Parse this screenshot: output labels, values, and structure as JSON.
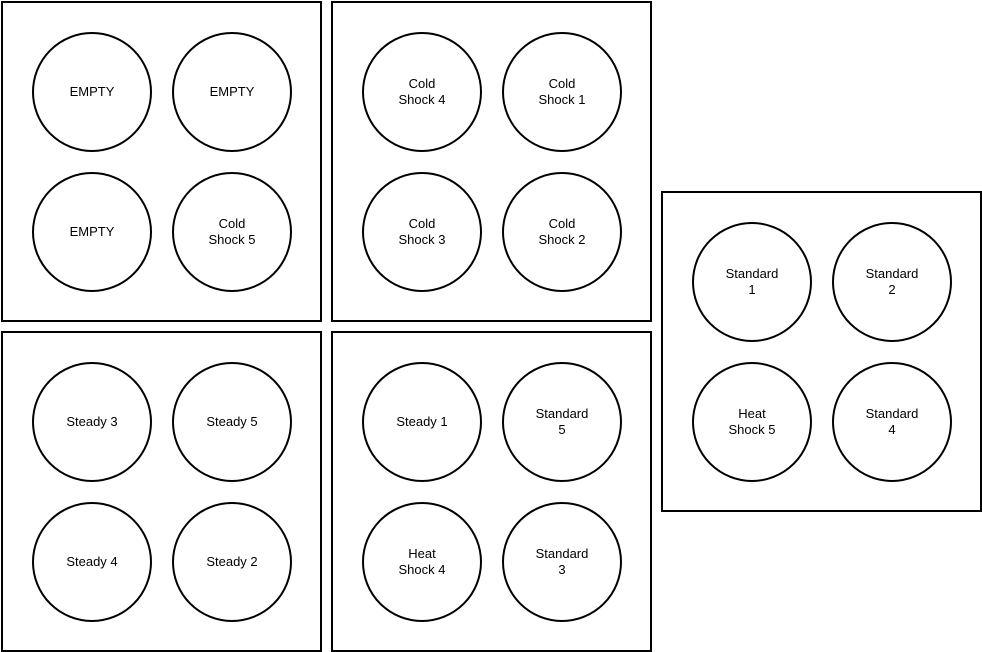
{
  "diagram": {
    "plates": [
      {
        "wells": [
          "EMPTY",
          "EMPTY",
          "EMPTY",
          "Cold\nShock 5"
        ]
      },
      {
        "wells": [
          "Cold\nShock 4",
          "Cold\nShock 1",
          "Cold\nShock 3",
          "Cold\nShock 2"
        ]
      },
      {
        "wells": [
          "Standard\n1",
          "Standard\n2",
          "Heat\nShock 5",
          "Standard\n4"
        ]
      },
      {
        "wells": [
          "Steady 3",
          "Steady 5",
          "Steady 4",
          "Steady 2"
        ]
      },
      {
        "wells": [
          "Steady 1",
          "Standard\n5",
          "Heat\nShock 4",
          "Standard\n3"
        ]
      }
    ]
  }
}
